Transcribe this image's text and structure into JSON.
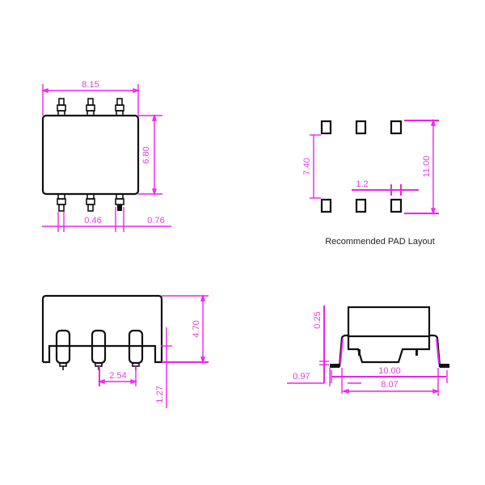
{
  "colors": {
    "dimension": "#ee22ee",
    "outline": "#111111",
    "background": "#ffffff",
    "caption": "#222222"
  },
  "top_view": {
    "width_label": "8.15",
    "height_label": "6.80",
    "pin_width_label": "0.46",
    "pin_spacing_label": "0.76"
  },
  "pad_layout": {
    "caption": "Recommended  PAD Layout",
    "inner_span_label": "7.40",
    "outer_span_label": "11.00",
    "pad_width_label": "1.2"
  },
  "side_view": {
    "height_label": "4.70",
    "pin_pitch_label": "2.54",
    "standoff_label": "1.27"
  },
  "end_view": {
    "lead_thickness_label": "0.25",
    "lead_offset_label": "0.97",
    "overall_width_label": "10.00",
    "body_width_label": "8.07"
  }
}
